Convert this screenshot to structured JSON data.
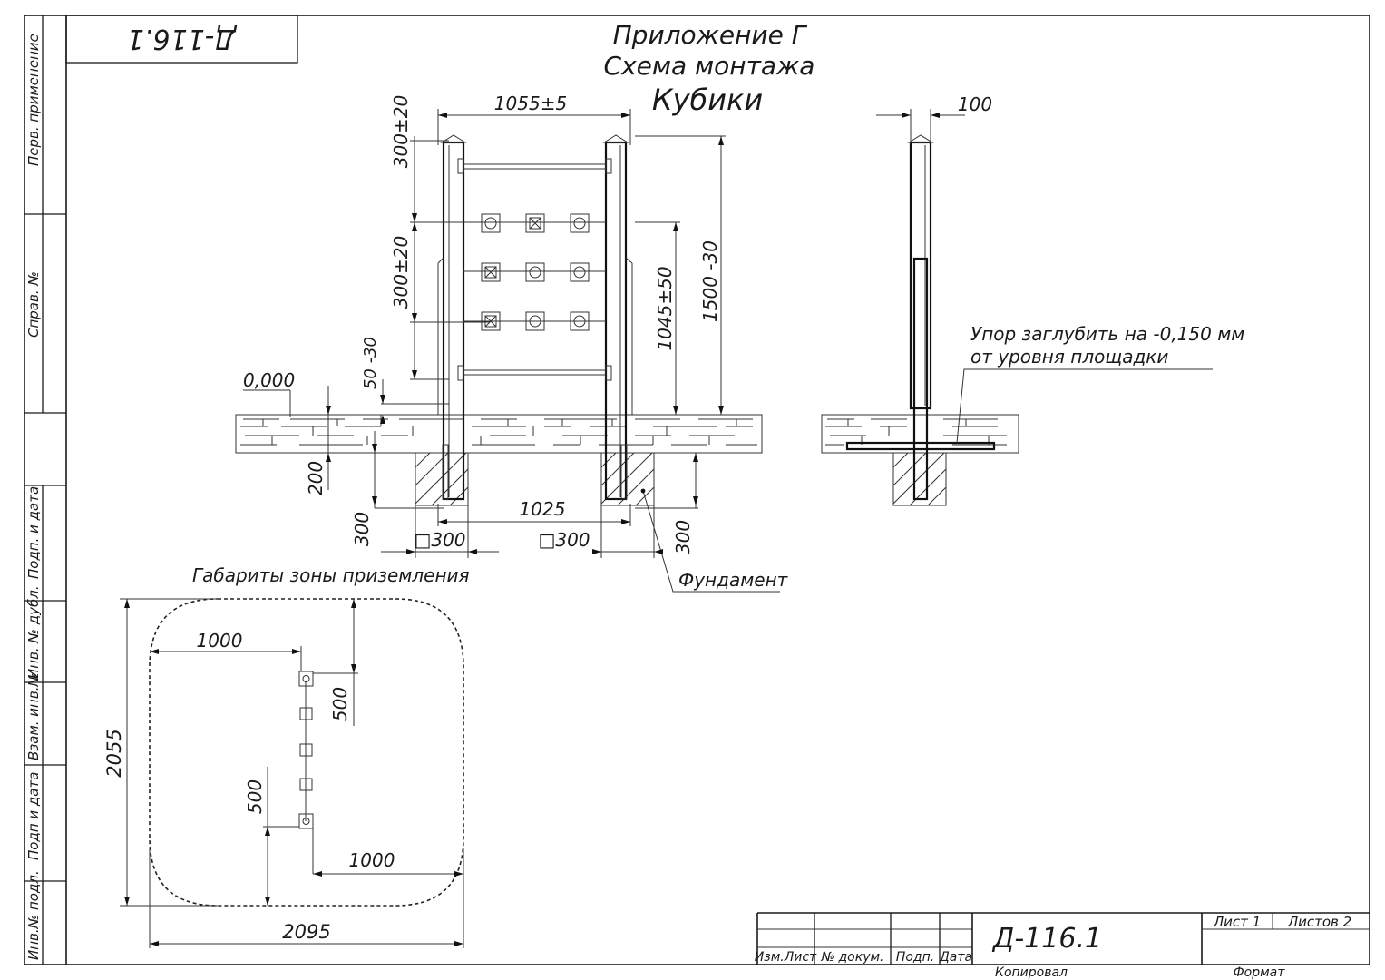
{
  "stamp_top": "Д-116.1",
  "title": {
    "line1": "Приложение Г",
    "line2": "Схема монтажа",
    "line3": "Кубики"
  },
  "side_strip": {
    "perv_primenenie": "Перв. применение",
    "sprav_no": "Справ. №",
    "podp_i_data_1": "Подп. и дата",
    "inv_no_dubl": "Инв. № дубл.",
    "vzam_inv_no": "Взам. инв.№",
    "podp_i_data_2": "Подп и дата",
    "inv_no_podl": "Инв.№ подл."
  },
  "front_view": {
    "width_top": "1055±5",
    "pitch_top": "300±20",
    "pitch_mid": "300±20",
    "tol_bottom": "50 -30",
    "height_grips": "1045±50",
    "height_total": "1500 -30",
    "level": "0,000",
    "depth_200": "200",
    "depth_300_left": "300",
    "depth_300_right": "300",
    "span_1025": "1025",
    "fnd_left": "□300",
    "fnd_right": "□300",
    "foundation_label": "Фундамент"
  },
  "side_view": {
    "width_100": "100",
    "note_line1": "Упор заглубить на -0,150 мм",
    "note_line2": "от уровня площадки"
  },
  "landing_zone": {
    "title": "Габариты зоны приземления",
    "dim_1000_top": "1000",
    "dim_500_right": "500",
    "dim_500_left": "500",
    "dim_1000_bottom": "1000",
    "height_2055": "2055",
    "width_2095": "2095"
  },
  "title_block": {
    "izm_list": "Изм.Лист",
    "no_dokum": "№ докум.",
    "podp": "Подп.",
    "data": "Дата",
    "code": "Д-116.1",
    "list": "Лист 1",
    "listov": "Листов 2",
    "kopiroval": "Копировал",
    "format": "Формат"
  }
}
